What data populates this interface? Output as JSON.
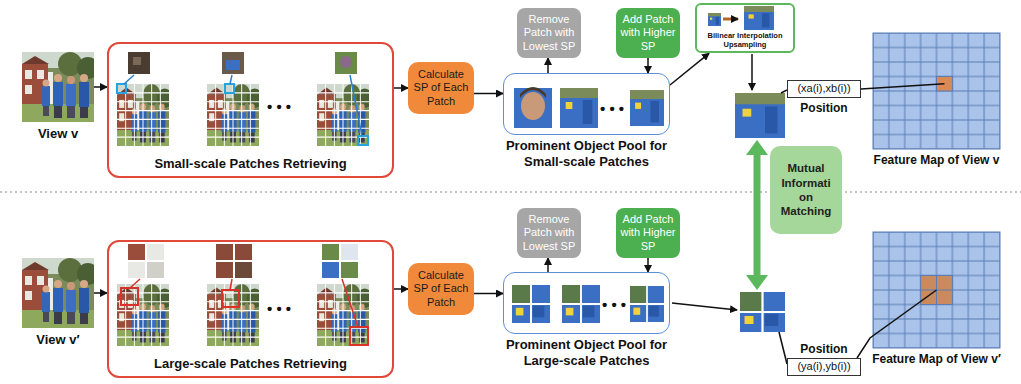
{
  "diagram": {
    "nodes": [
      {
        "text": [
          "View v"
        ]
      },
      {
        "text": [
          "Small-scale Patches Retrieving"
        ]
      },
      {
        "text": [
          "Calculate SP of Each Patch"
        ]
      },
      {
        "text": [
          "Remove Patch with Lowest SP"
        ]
      },
      {
        "text": [
          "Add Patch with Higher SP"
        ]
      },
      {
        "text": [
          "Prominent Object Pool for Small-scale Patches"
        ]
      },
      {
        "text": [
          "Bilinear Interpolation Upsampling"
        ]
      },
      {
        "text": [
          "(xa(i),xb(i))",
          "Position"
        ]
      },
      {
        "text": [
          "Feature Map of View v"
        ]
      },
      {
        "text": [
          "Mutual Informati on Matching"
        ]
      },
      {
        "text": [
          "View v′"
        ]
      },
      {
        "text": [
          "Large-scale Patches Retrieving"
        ]
      },
      {
        "text": [
          "Calculate SP of Each Patch"
        ]
      },
      {
        "text": [
          "Remove Patch with Lowest SP"
        ]
      },
      {
        "text": [
          "Add Patch with Higher SP"
        ]
      },
      {
        "text": [
          "Prominent Object Pool for Large-scale Patches"
        ]
      },
      {
        "text": [
          "(ya(i),yb(i))",
          "Position"
        ]
      },
      {
        "text": [
          "Feature Map of View v′"
        ]
      }
    ],
    "edges": [
      {
        "from": 0,
        "to": 1,
        "arrow": "to"
      },
      {
        "from": 1,
        "to": 2,
        "arrow": "to"
      },
      {
        "from": 2,
        "to": 5,
        "arrow": "to"
      },
      {
        "from": 5,
        "to": 3,
        "arrow": "to"
      },
      {
        "from": 4,
        "to": 5,
        "arrow": "to"
      },
      {
        "from": 5,
        "to": 6,
        "arrow": "to"
      },
      {
        "from": 7,
        "to": 8,
        "arrow": "none"
      },
      {
        "from": 10,
        "to": 11,
        "arrow": "to"
      },
      {
        "from": 11,
        "to": 12,
        "arrow": "to"
      },
      {
        "from": 12,
        "to": 15,
        "arrow": "to"
      },
      {
        "from": 15,
        "to": 13,
        "arrow": "to"
      },
      {
        "from": 14,
        "to": 15,
        "arrow": "to"
      },
      {
        "from": 16,
        "to": 17,
        "arrow": "none"
      }
    ],
    "labels": [
      "• • •",
      "• • •",
      "• • •",
      "• • •"
    ]
  }
}
